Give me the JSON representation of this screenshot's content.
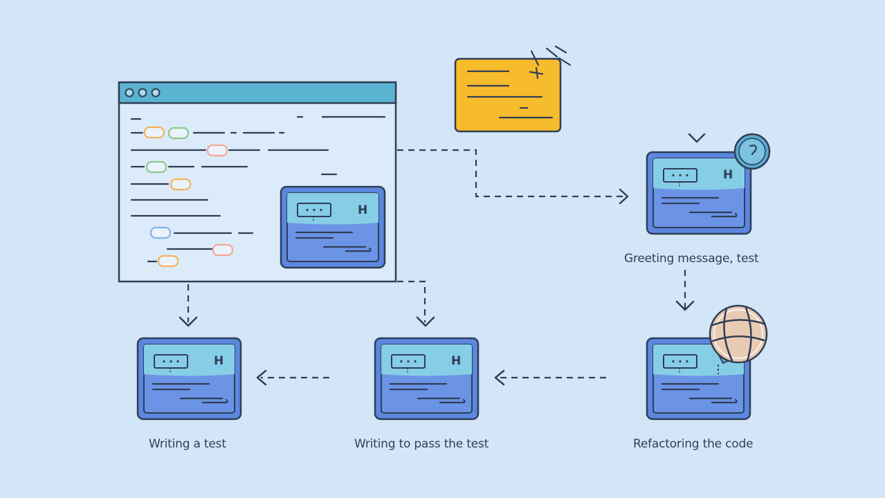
{
  "colors": {
    "background": "#d3e6f8",
    "stroke": "#2f3d55",
    "window_bar": "#5ab3d1",
    "window_body": "#dcebfa",
    "card_outer": "#5b87df",
    "card_top": "#86cde6",
    "card_bottom": "#6b93e6",
    "note_yellow": "#f7bc2c",
    "globe": "#e9cbb4",
    "help_bubble": "#59a9cf"
  },
  "icons": {
    "window_dots": "window-dots-icon",
    "sparkle": "sparkle-icon",
    "help": "question-icon",
    "globe": "globe-icon",
    "chevron": "chevron-down-icon"
  },
  "card_heading_letter": "H",
  "captions": {
    "greeting": "Greeting message, test",
    "writing_test": "Writing a test",
    "writing_pass": "Writing to pass the test",
    "refactoring": "Refactoring the code"
  }
}
